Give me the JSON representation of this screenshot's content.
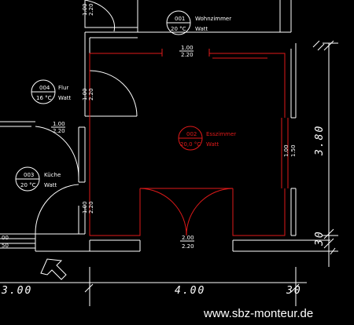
{
  "colors": {
    "background": "#000000",
    "lines": "#ffffff",
    "highlight": "#e01a1a"
  },
  "rooms": [
    {
      "id": "room-wohnzimmer",
      "number": "001",
      "name": "Wohnzimmer",
      "temp": "20 °C",
      "unit": "Watt",
      "highlight": false
    },
    {
      "id": "room-flur",
      "number": "004",
      "name": "Flur",
      "temp": "16 °C",
      "unit": "Watt",
      "highlight": false
    },
    {
      "id": "room-esszimmer",
      "number": "002",
      "name": "Esszimmer",
      "temp": "20,0 °C",
      "unit": "Watt",
      "highlight": true
    },
    {
      "id": "room-kueche",
      "number": "003",
      "name": "Küche",
      "temp": "20 °C",
      "unit": "Watt",
      "highlight": false
    }
  ],
  "openings": {
    "top_a": "1.00",
    "top_b": "2.20",
    "mid_a": "1.00",
    "mid_b": "2.20",
    "bottom_a": "2.00",
    "bottom_b": "2.20",
    "vleft_a": "1.00",
    "vleft_b": "2.20",
    "vmid_a": "1.00",
    "vmid_b": "2.20",
    "vlow_a": "1.00",
    "vlow_b": "2.20",
    "vright_a": "1.00",
    "vright_b": "1.50",
    "left_a": "00",
    "left_b": "50"
  },
  "dimensions": {
    "d1": "3.00",
    "d2": "4.00",
    "d3": "30",
    "v1": "3.80",
    "v2": "30"
  },
  "watermark": "www.sbz-monteur.de"
}
